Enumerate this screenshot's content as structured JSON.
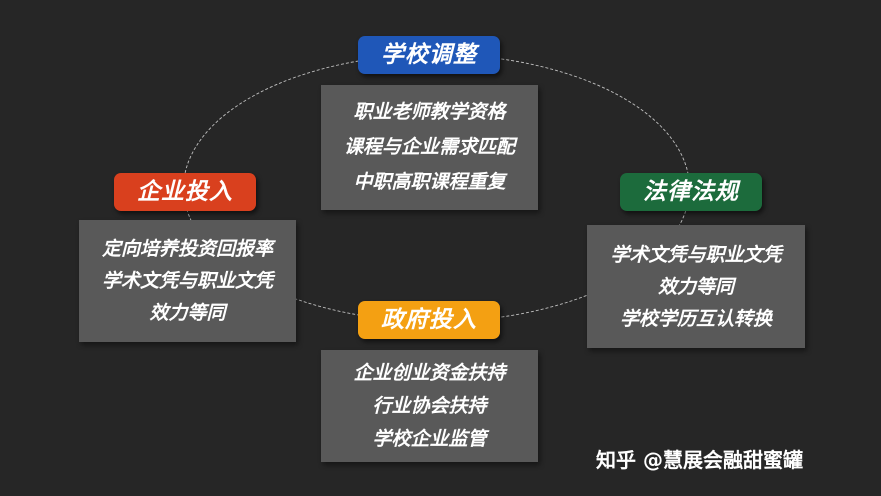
{
  "diagram": {
    "top": {
      "label": "学校调整",
      "color": "#1f57b8",
      "items": [
        "职业老师教学资格",
        "课程与企业需求匹配",
        "中职高职课程重复"
      ]
    },
    "left": {
      "label": "企业投入",
      "color": "#d9401e",
      "items": [
        "定向培养投资回报率",
        "学术文凭与职业文凭",
        "效力等同"
      ]
    },
    "right": {
      "label": "法律法规",
      "color": "#1c6b3c",
      "items": [
        "学术文凭与职业文凭",
        "效力等同",
        "学校学历互认转换"
      ]
    },
    "bottom": {
      "label": "政府投入",
      "color": "#f4a012",
      "items": [
        "企业创业资金扶持",
        "行业协会扶持",
        "学校企业监管"
      ]
    }
  },
  "watermark": "知乎 @慧展会融甜蜜罐"
}
